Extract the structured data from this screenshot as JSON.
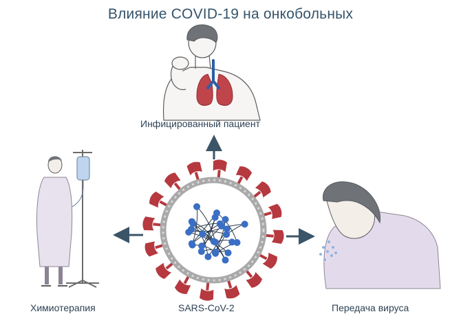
{
  "title": "Влияние COVID-19 на онкобольных",
  "nodes": {
    "infected_patient": "Инфицированный пациент",
    "chemotherapy": "Химиотерапия",
    "virus": "SARS-CoV-2",
    "transmission": "Передача вируса"
  },
  "colors": {
    "title": "#35536a",
    "arrow": "#3b5468",
    "virus_spike": "#b5393f",
    "virus_membrane": "#a9a9a9",
    "virus_rna": "#3a6fc4",
    "lungs": "#c0454b",
    "gown": "#e8e1ee"
  }
}
